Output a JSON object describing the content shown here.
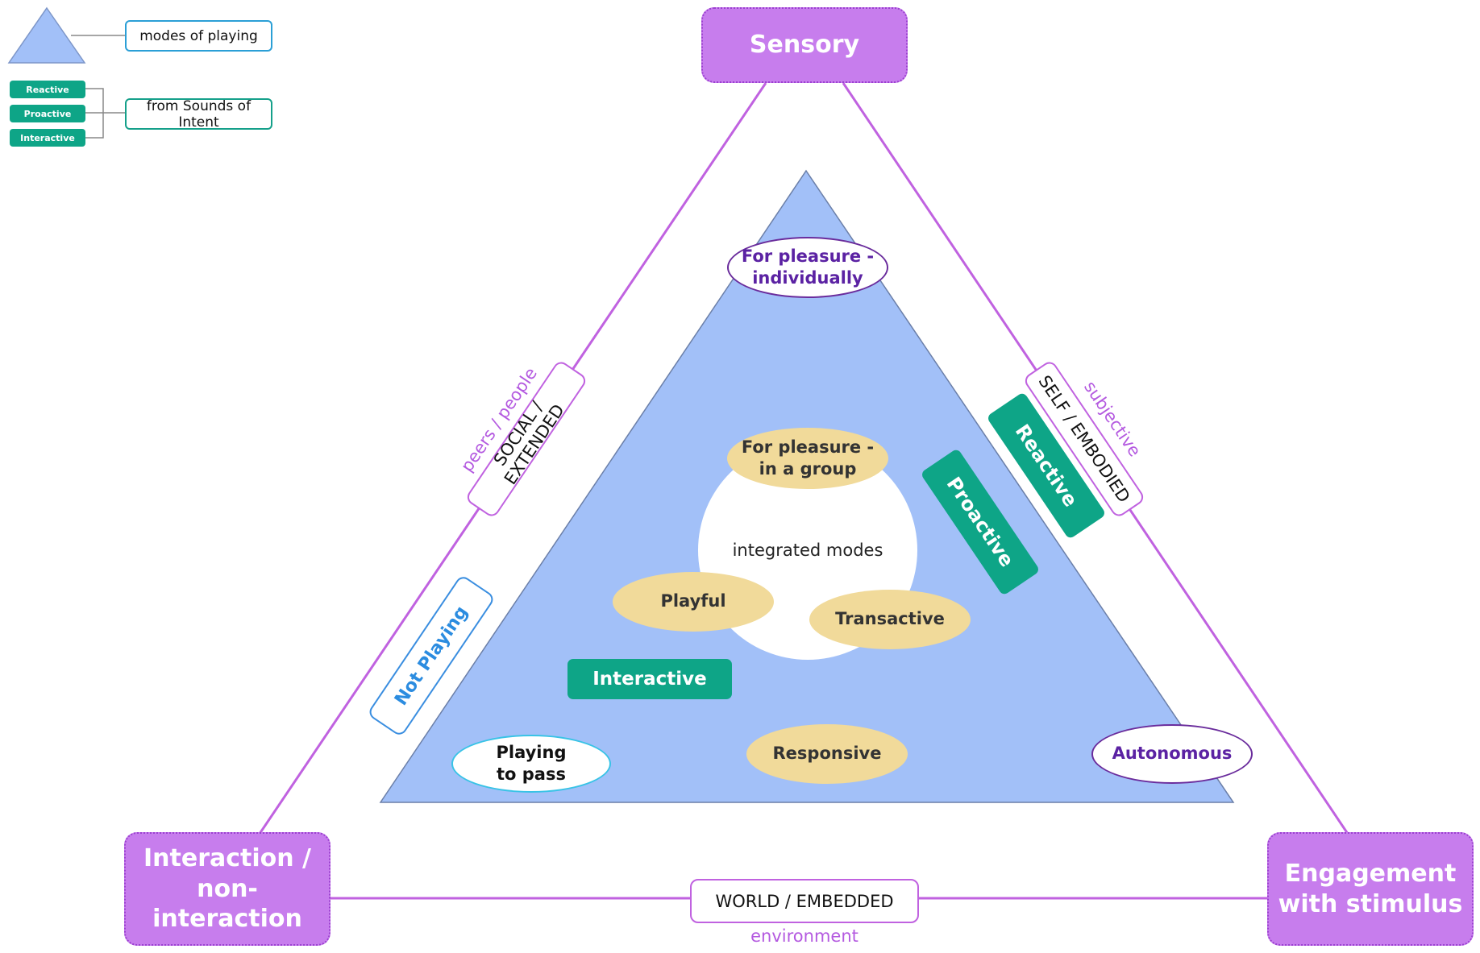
{
  "colors": {
    "corner_fill": "#c77ded",
    "edge_line": "#c062e0",
    "triangle_fill": "#a2c0f8",
    "green_tag": "#0ea587",
    "yellow_ellipse": "#f1da9a",
    "purple_text": "#5b22a3",
    "blue_text": "#2b8ce0"
  },
  "legend": {
    "triangle_label": "modes of playing",
    "tags": [
      "Reactive",
      "Proactive",
      "Interactive"
    ],
    "tags_label": "from Sounds of Intent"
  },
  "corners": {
    "top": "Sensory",
    "bottom_left": "Interaction /\nnon-interaction",
    "bottom_right": "Engagement\nwith stimulus"
  },
  "edges": {
    "left": {
      "box": "SOCIAL / EXTENDED",
      "caption": "peers / people"
    },
    "right": {
      "box": "SELF / EMBODIED",
      "caption": "subjective"
    },
    "bottom": {
      "box": "WORLD / EMBEDDED",
      "caption": "environment"
    }
  },
  "sounds_of_intent": {
    "reactive": "Reactive",
    "proactive": "Proactive",
    "interactive": "Interactive"
  },
  "modes": {
    "for_pleasure_individually": "For pleasure -\nindividually",
    "for_pleasure_group": "For pleasure -\nin a group",
    "integrated": "integrated modes",
    "playful": "Playful",
    "transactive": "Transactive",
    "responsive": "Responsive",
    "autonomous": "Autonomous",
    "playing_to_pass": "Playing\nto pass",
    "not_playing": "Not Playing"
  }
}
